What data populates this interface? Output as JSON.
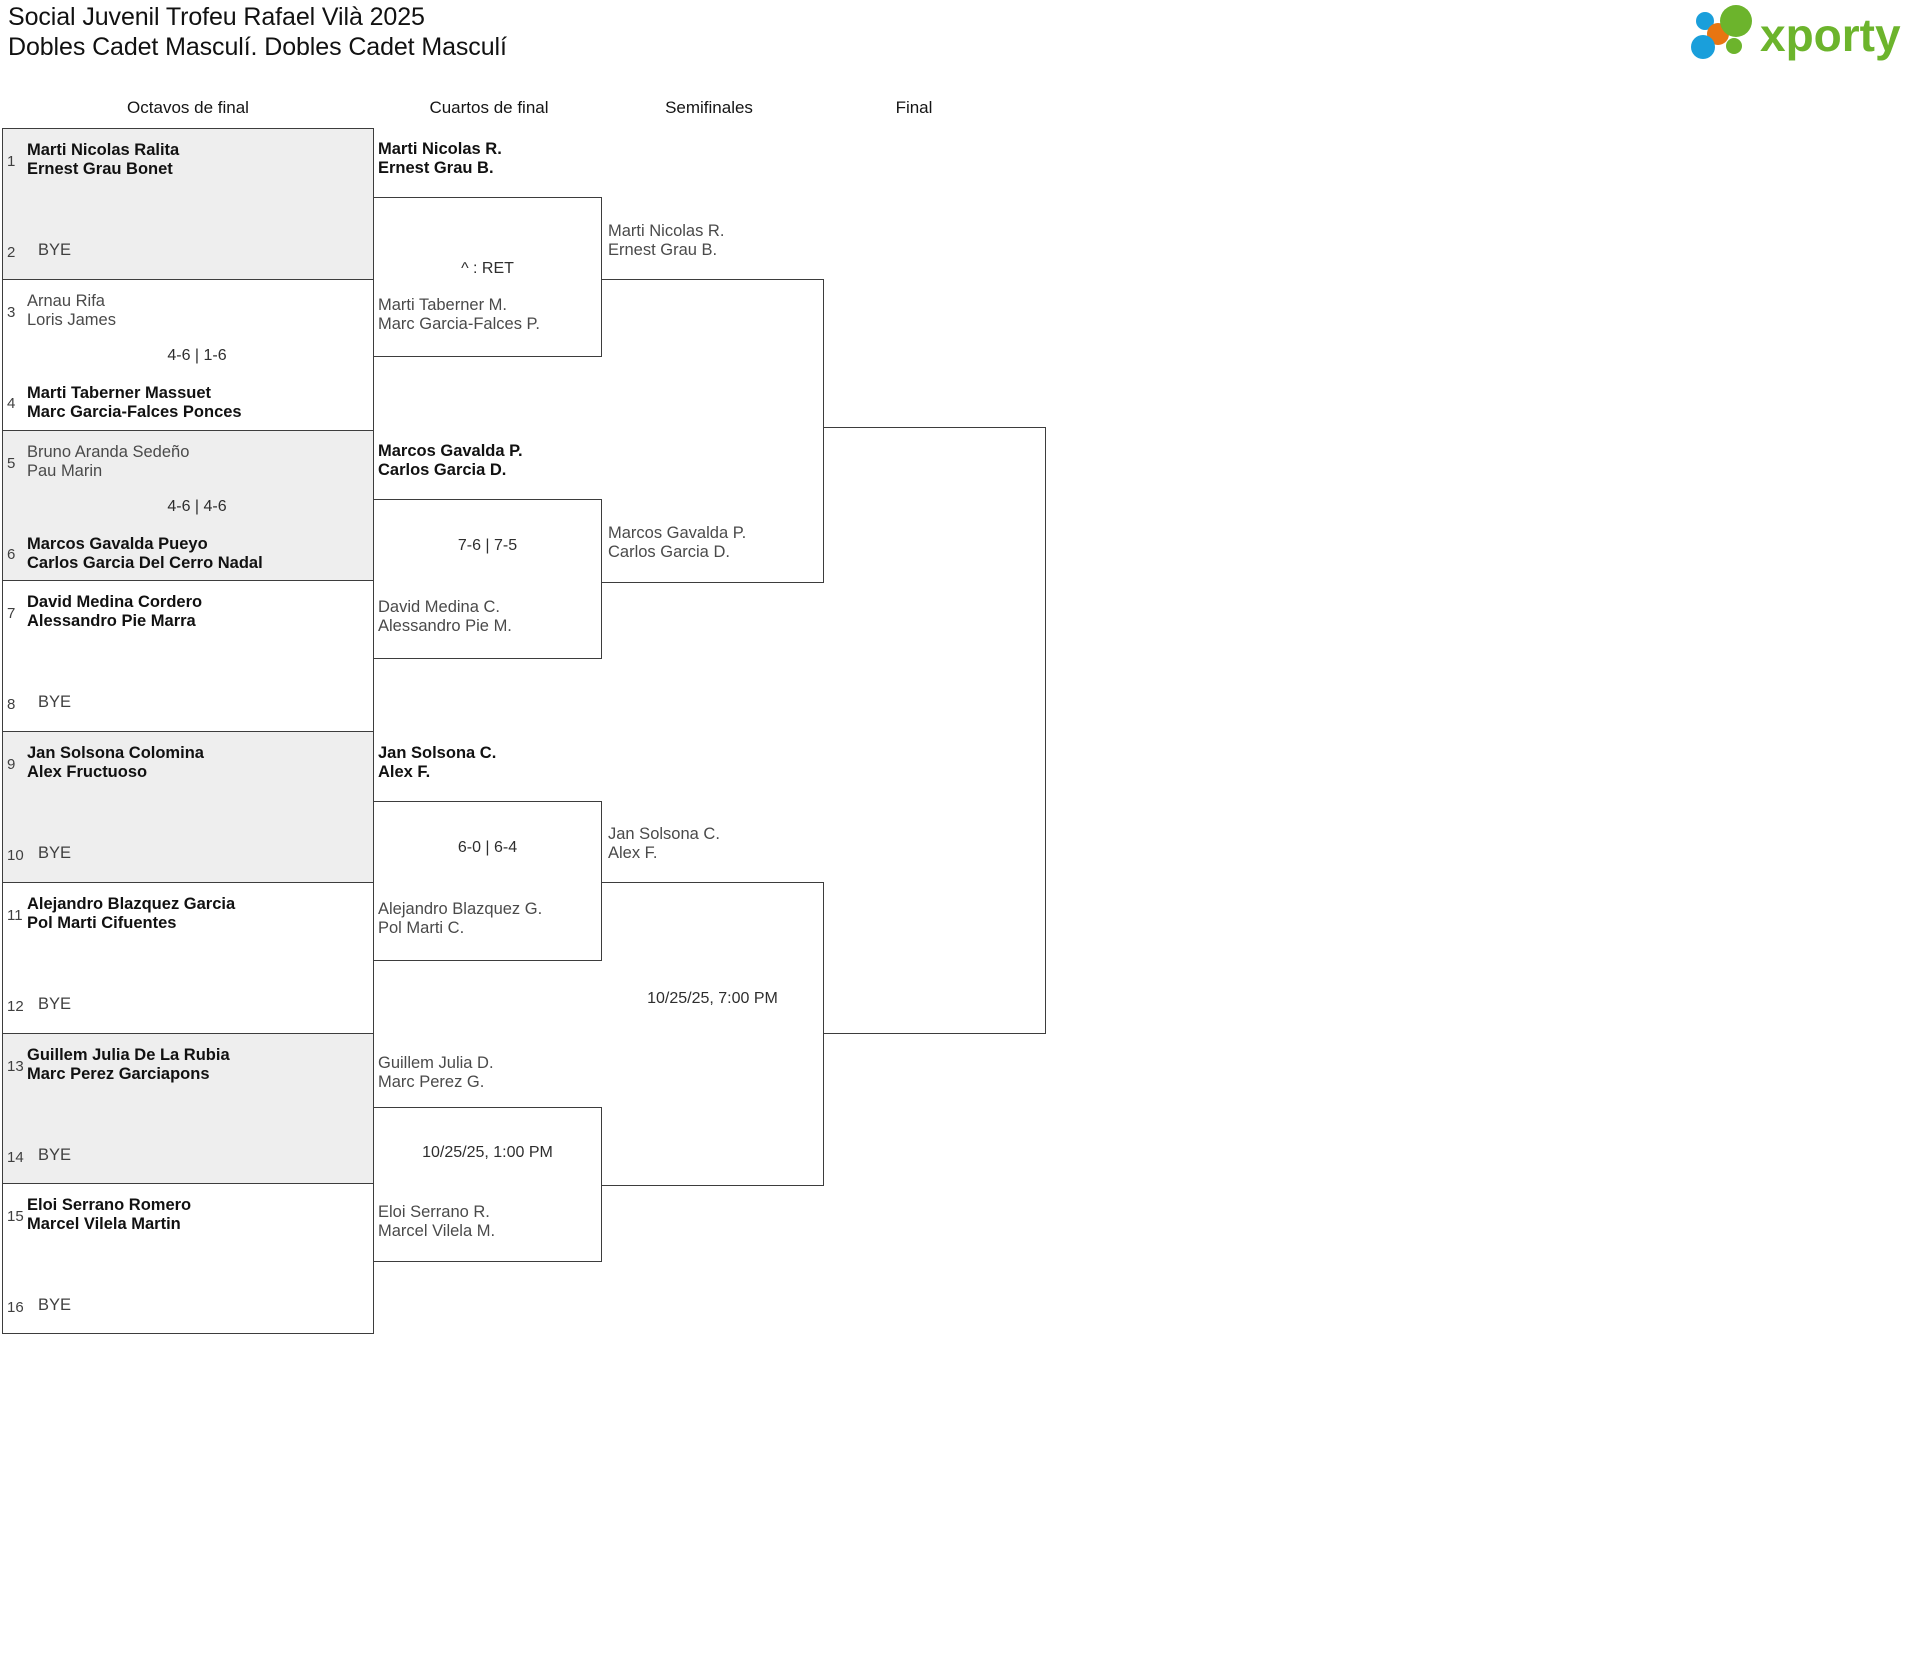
{
  "header": {
    "tournament": "Social Juvenil Trofeu Rafael Vilà 2025",
    "category": "Dobles Cadet Masculí. Dobles Cadet Masculí"
  },
  "logo": {
    "wordmark": "xporty",
    "green": "#6cb42c",
    "blue": "#1a9fdb",
    "orange": "#e87511"
  },
  "rounds": [
    {
      "label": "Octavos de final"
    },
    {
      "label": "Cuartos de final"
    },
    {
      "label": "Semifinales"
    },
    {
      "label": "Final"
    }
  ],
  "r16": [
    {
      "score": "",
      "top": {
        "seed": "1",
        "p1": "Marti Nicolas Ralita",
        "p2": "Ernest Grau Bonet",
        "winner": true
      },
      "bottom": {
        "seed": "2",
        "p1": "BYE",
        "p2": "",
        "winner": false
      }
    },
    {
      "score": "4-6 | 1-6",
      "top": {
        "seed": "3",
        "p1": "Arnau Rifa",
        "p2": "Loris James",
        "winner": false
      },
      "bottom": {
        "seed": "4",
        "p1": "Marti Taberner Massuet",
        "p2": "Marc Garcia-Falces Ponces",
        "winner": true
      }
    },
    {
      "score": "4-6 | 4-6",
      "top": {
        "seed": "5",
        "p1": "Bruno Aranda Sedeño",
        "p2": "Pau Marin",
        "winner": false
      },
      "bottom": {
        "seed": "6",
        "p1": "Marcos Gavalda Pueyo",
        "p2": "Carlos Garcia Del Cerro Nadal",
        "winner": true
      }
    },
    {
      "score": "",
      "top": {
        "seed": "7",
        "p1": "David Medina Cordero",
        "p2": "Alessandro Pie Marra",
        "winner": true
      },
      "bottom": {
        "seed": "8",
        "p1": "BYE",
        "p2": "",
        "winner": false
      }
    },
    {
      "score": "",
      "top": {
        "seed": "9",
        "p1": "Jan Solsona Colomina",
        "p2": "Alex Fructuoso",
        "winner": true
      },
      "bottom": {
        "seed": "10",
        "p1": "BYE",
        "p2": "",
        "winner": false
      }
    },
    {
      "score": "",
      "top": {
        "seed": "11",
        "p1": "Alejandro Blazquez Garcia",
        "p2": "Pol Marti Cifuentes",
        "winner": true
      },
      "bottom": {
        "seed": "12",
        "p1": "BYE",
        "p2": "",
        "winner": false
      }
    },
    {
      "score": "",
      "top": {
        "seed": "13",
        "p1": "Guillem Julia De La Rubia",
        "p2": "Marc Perez Garciapons",
        "winner": true
      },
      "bottom": {
        "seed": "14",
        "p1": "BYE",
        "p2": "",
        "winner": false
      }
    },
    {
      "score": "",
      "top": {
        "seed": "15",
        "p1": "Eloi Serrano Romero",
        "p2": "Marcel Vilela Martin",
        "winner": true
      },
      "bottom": {
        "seed": "16",
        "p1": "BYE",
        "p2": "",
        "winner": false
      }
    }
  ],
  "qf": [
    {
      "score": "^ : RET",
      "top": {
        "p1": "Marti Nicolas R.",
        "p2": "Ernest Grau B.",
        "winner": true
      },
      "bottom": {
        "p1": "Marti Taberner M.",
        "p2": "Marc Garcia-Falces P.",
        "winner": false
      }
    },
    {
      "score": "7-6 | 7-5",
      "top": {
        "p1": "Marcos Gavalda P.",
        "p2": "Carlos Garcia D.",
        "winner": true
      },
      "bottom": {
        "p1": "David Medina C.",
        "p2": "Alessandro Pie M.",
        "winner": false
      }
    },
    {
      "score": "6-0 | 6-4",
      "top": {
        "p1": "Jan Solsona C.",
        "p2": "Alex F.",
        "winner": true
      },
      "bottom": {
        "p1": "Alejandro Blazquez G.",
        "p2": "Pol Marti C.",
        "winner": false
      }
    },
    {
      "score": "10/25/25, 1:00 PM",
      "top": {
        "p1": "Guillem Julia D.",
        "p2": "Marc Perez G.",
        "winner": false
      },
      "bottom": {
        "p1": "Eloi Serrano R.",
        "p2": "Marcel Vilela M.",
        "winner": false
      }
    }
  ],
  "sf": [
    {
      "score": "",
      "top": {
        "p1": "Marti Nicolas R.",
        "p2": "Ernest Grau B.",
        "winner": false
      },
      "bottom": {
        "p1": "Marcos Gavalda P.",
        "p2": "Carlos Garcia D.",
        "winner": false
      }
    },
    {
      "score": "10/25/25, 7:00 PM",
      "top": {
        "p1": "Jan Solsona C.",
        "p2": "Alex F.",
        "winner": false
      },
      "bottom": {
        "p1": "",
        "p2": "",
        "winner": false
      }
    }
  ],
  "final": {
    "score": "",
    "top": {
      "p1": "",
      "p2": ""
    },
    "bottom": {
      "p1": "",
      "p2": ""
    }
  }
}
